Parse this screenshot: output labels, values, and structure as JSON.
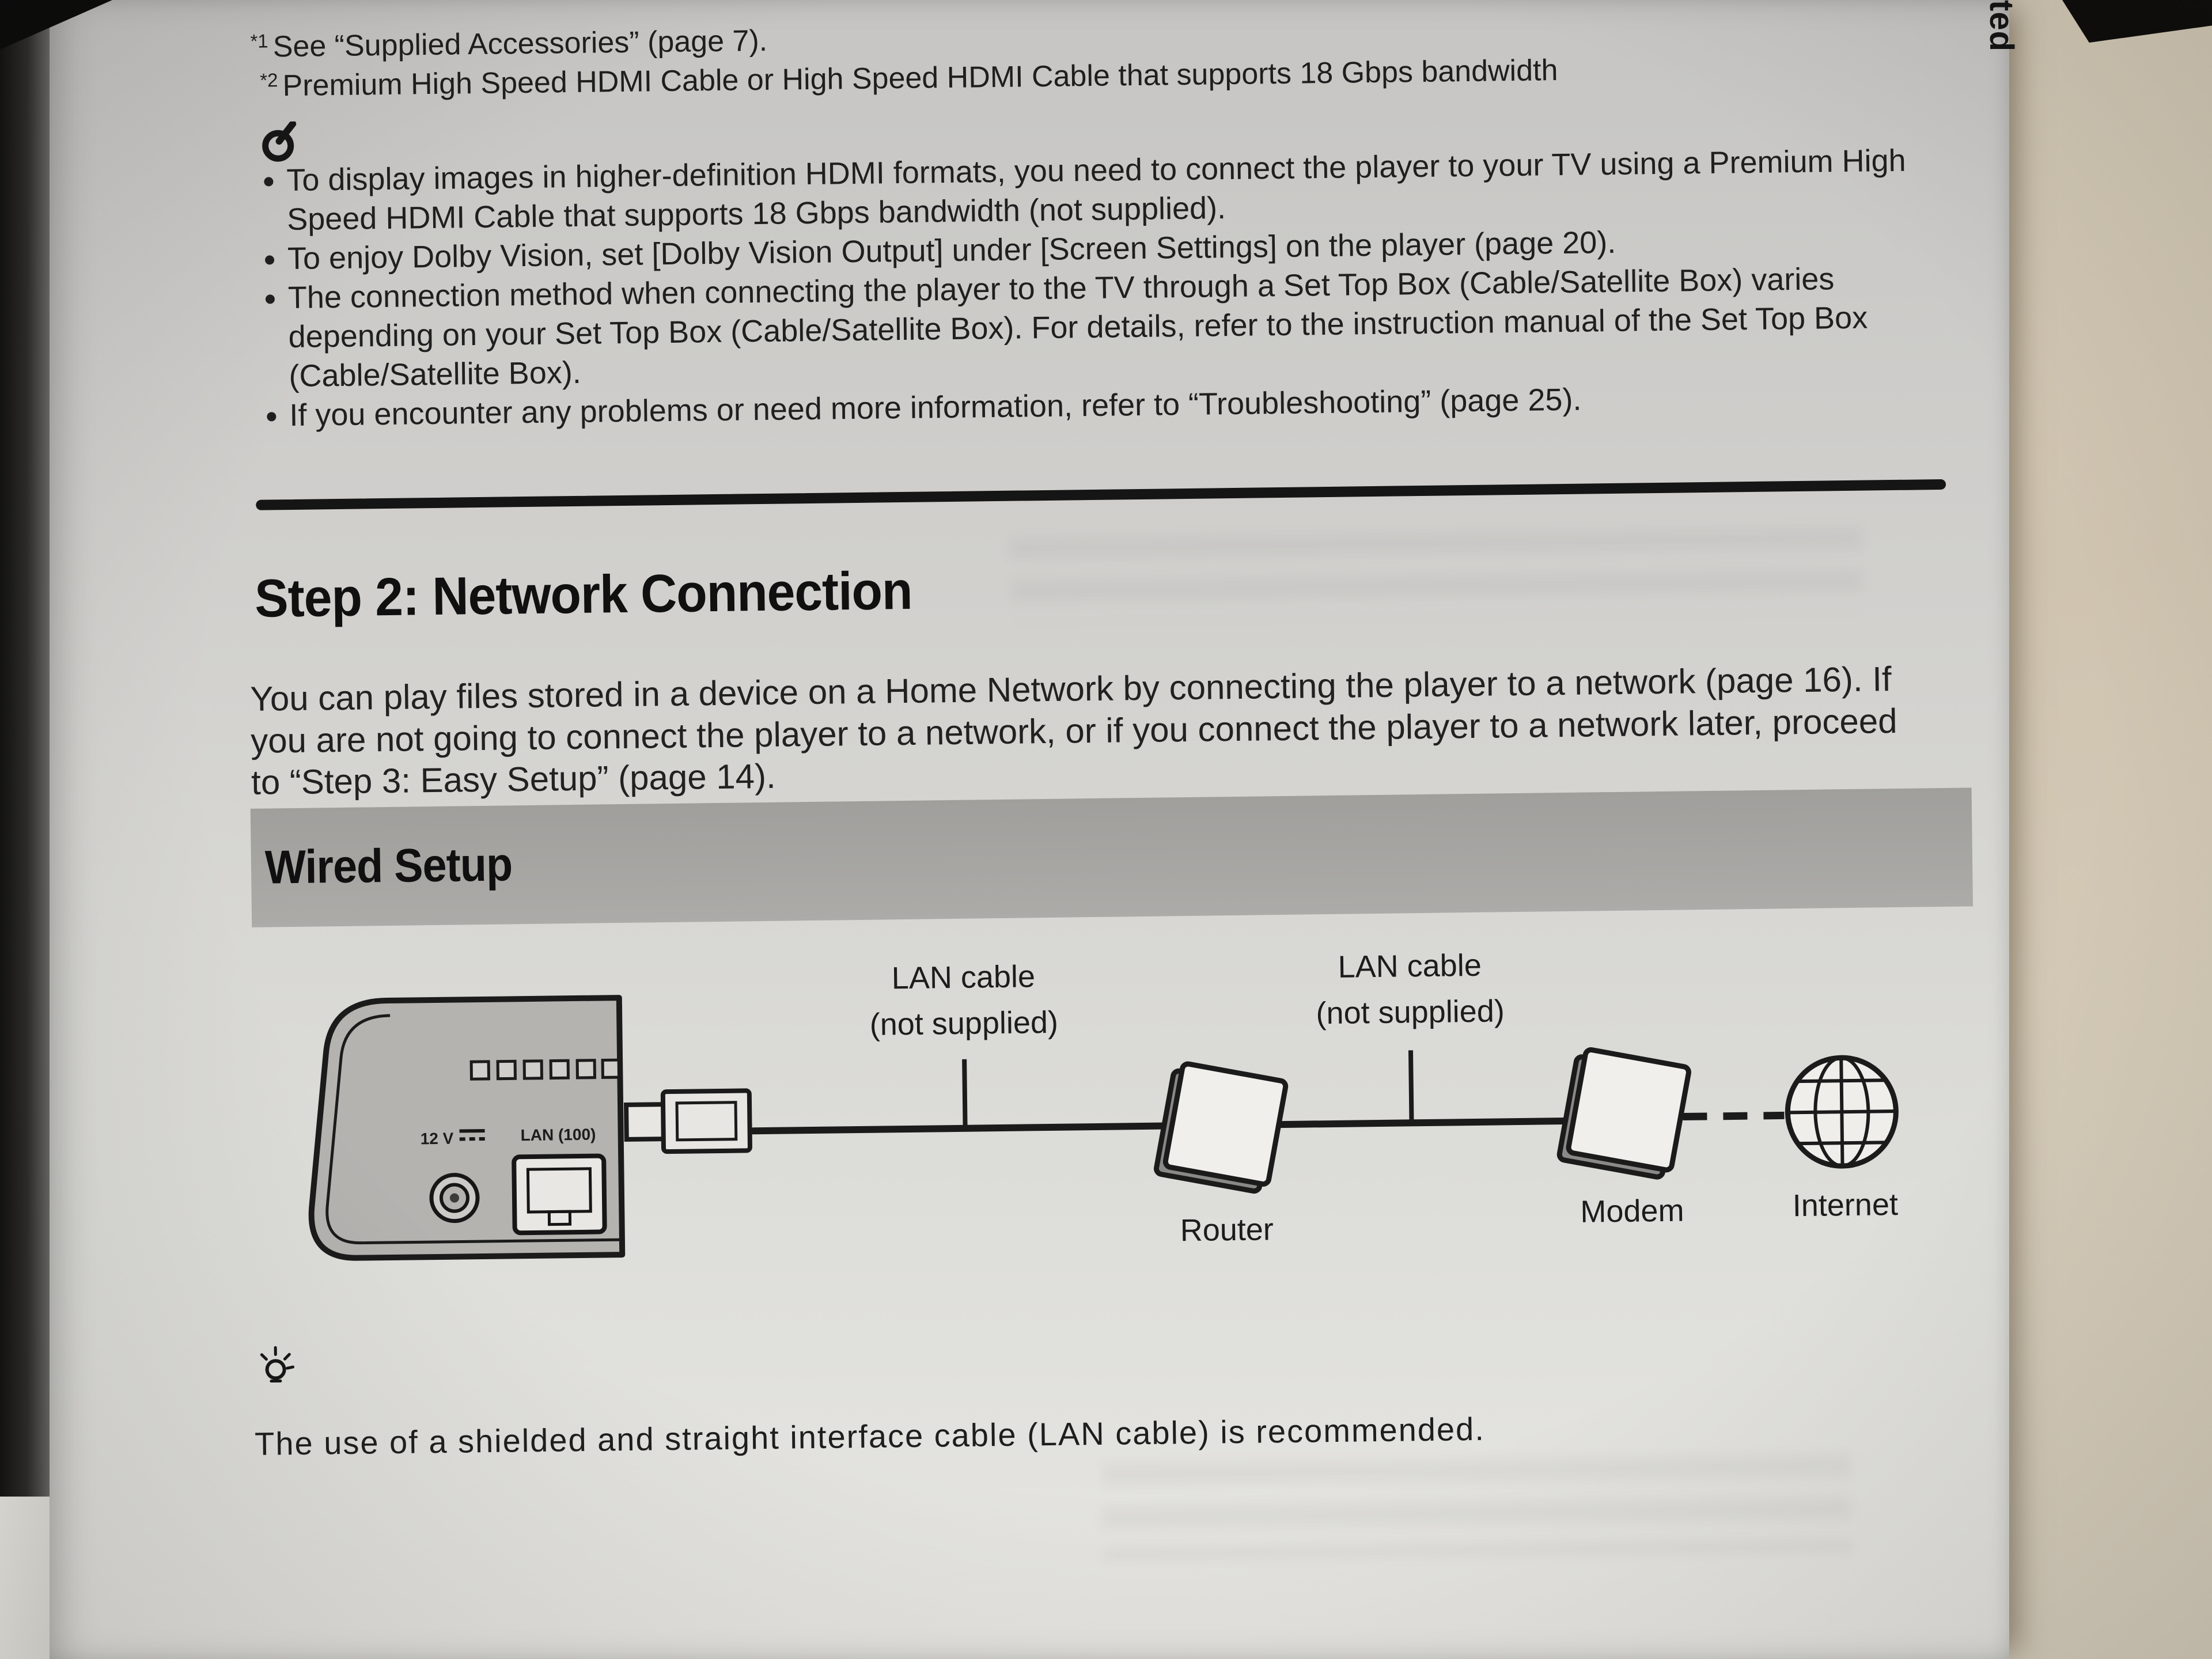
{
  "photo": {
    "side_label": "ted"
  },
  "footnotes": {
    "f1_marker": "*1",
    "f1_text": "See “Supplied Accessories” (page 7).",
    "f2_marker": "*2",
    "f2_text": "Premium High Speed HDMI Cable or High Speed HDMI Cable that supports 18 Gbps bandwidth"
  },
  "notes": {
    "items": [
      "To display images in higher-definition HDMI formats, you need to connect the player to your TV using a Premium High Speed HDMI Cable that supports 18 Gbps bandwidth (not supplied).",
      "To enjoy Dolby Vision, set [Dolby Vision Output] under [Screen Settings] on the player (page 20).",
      "The connection method when connecting the player to the TV through a Set Top Box (Cable/Satellite Box) varies depending on your Set Top Box (Cable/Satellite Box). For details, refer to the instruction manual of the Set Top Box (Cable/Satellite Box).",
      "If you encounter any problems or need more information, refer to “Troubleshooting” (page 25)."
    ]
  },
  "section": {
    "title": "Step 2: Network Connection",
    "intro": "You can play files stored in a device on a Home Network by connecting the player to a network (page 16). If you are not going to connect the player to a network, or if you connect the player to a network later, proceed to “Step 3: Easy Setup” (page 14)."
  },
  "wired_setup": {
    "title": "Wired Setup"
  },
  "diagram": {
    "power_label": "12 V",
    "lan_port_label": "LAN (100)",
    "cable1_line1": "LAN cable",
    "cable1_line2": "(not supplied)",
    "cable2_line1": "LAN cable",
    "cable2_line2": "(not supplied)",
    "router_label": "Router",
    "modem_label": "Modem",
    "internet_label": "Internet"
  },
  "hint": {
    "text": "The use of a shielded and straight interface cable (LAN cable) is recommended."
  },
  "icons": {
    "notes": "note-mark-icon",
    "hint": "lightbulb-hint-icon",
    "dc_power": "dc-power-icon",
    "internet": "internet-globe-icon"
  },
  "colors": {
    "page": "#d4d3d0",
    "banner": "#a6a5a2",
    "ink": "#1b1b1b",
    "desk": "#d0c6b4"
  }
}
